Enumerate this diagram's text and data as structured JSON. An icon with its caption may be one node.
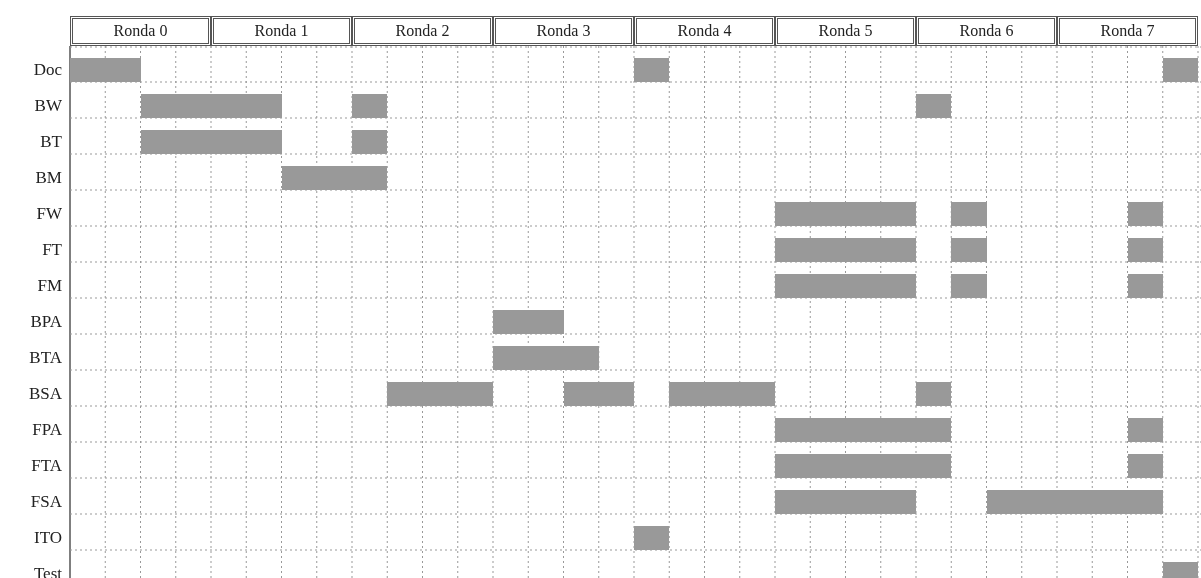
{
  "diagram": {
    "nodes": [
      {
        "text": [
          "Ronda 0"
        ]
      },
      {
        "text": [
          "Ronda 1"
        ]
      },
      {
        "text": [
          "Ronda 2"
        ]
      },
      {
        "text": [
          "Ronda 3"
        ]
      },
      {
        "text": [
          "Ronda 4"
        ]
      },
      {
        "text": [
          "Ronda 5"
        ]
      },
      {
        "text": [
          "Ronda 6"
        ]
      },
      {
        "text": [
          "Ronda 7"
        ]
      },
      {
        "text": [],
        "shape": "bar"
      },
      {
        "text": [],
        "shape": "bar"
      },
      {
        "text": [],
        "shape": "bar"
      },
      {
        "text": [],
        "shape": "bar"
      },
      {
        "text": [],
        "shape": "bar"
      },
      {
        "text": [],
        "shape": "bar"
      },
      {
        "text": [],
        "shape": "bar"
      },
      {
        "text": [],
        "shape": "bar"
      },
      {
        "text": [],
        "shape": "bar"
      },
      {
        "text": [],
        "shape": "bar"
      },
      {
        "text": [],
        "shape": "bar"
      },
      {
        "text": [],
        "shape": "bar"
      },
      {
        "text": [],
        "shape": "bar"
      },
      {
        "text": [],
        "shape": "bar"
      },
      {
        "text": [],
        "shape": "bar"
      },
      {
        "text": [],
        "shape": "bar"
      },
      {
        "text": [],
        "shape": "bar"
      },
      {
        "text": [],
        "shape": "bar"
      },
      {
        "text": [],
        "shape": "bar"
      },
      {
        "text": [],
        "shape": "bar"
      },
      {
        "text": [],
        "shape": "bar"
      },
      {
        "text": [],
        "shape": "bar"
      },
      {
        "text": [],
        "shape": "bar"
      },
      {
        "text": [],
        "shape": "bar"
      },
      {
        "text": [],
        "shape": "bar"
      },
      {
        "text": [],
        "shape": "bar"
      },
      {
        "text": [],
        "shape": "bar"
      },
      {
        "text": [],
        "shape": "bar"
      },
      {
        "text": [],
        "shape": "bar"
      },
      {
        "text": [],
        "shape": "bar"
      },
      {
        "text": [],
        "shape": "bar"
      },
      {
        "text": [],
        "shape": "bar"
      },
      {
        "text": [],
        "shape": "bar"
      },
      {
        "text": [],
        "shape": "bar"
      }
    ],
    "labels": [
      "Doc",
      "BW",
      "BT",
      "BM",
      "FW",
      "FT",
      "FM",
      "BPA",
      "BTA",
      "BSA",
      "FPA",
      "FTA",
      "FSA",
      "ITO",
      "Test"
    ]
  }
}
